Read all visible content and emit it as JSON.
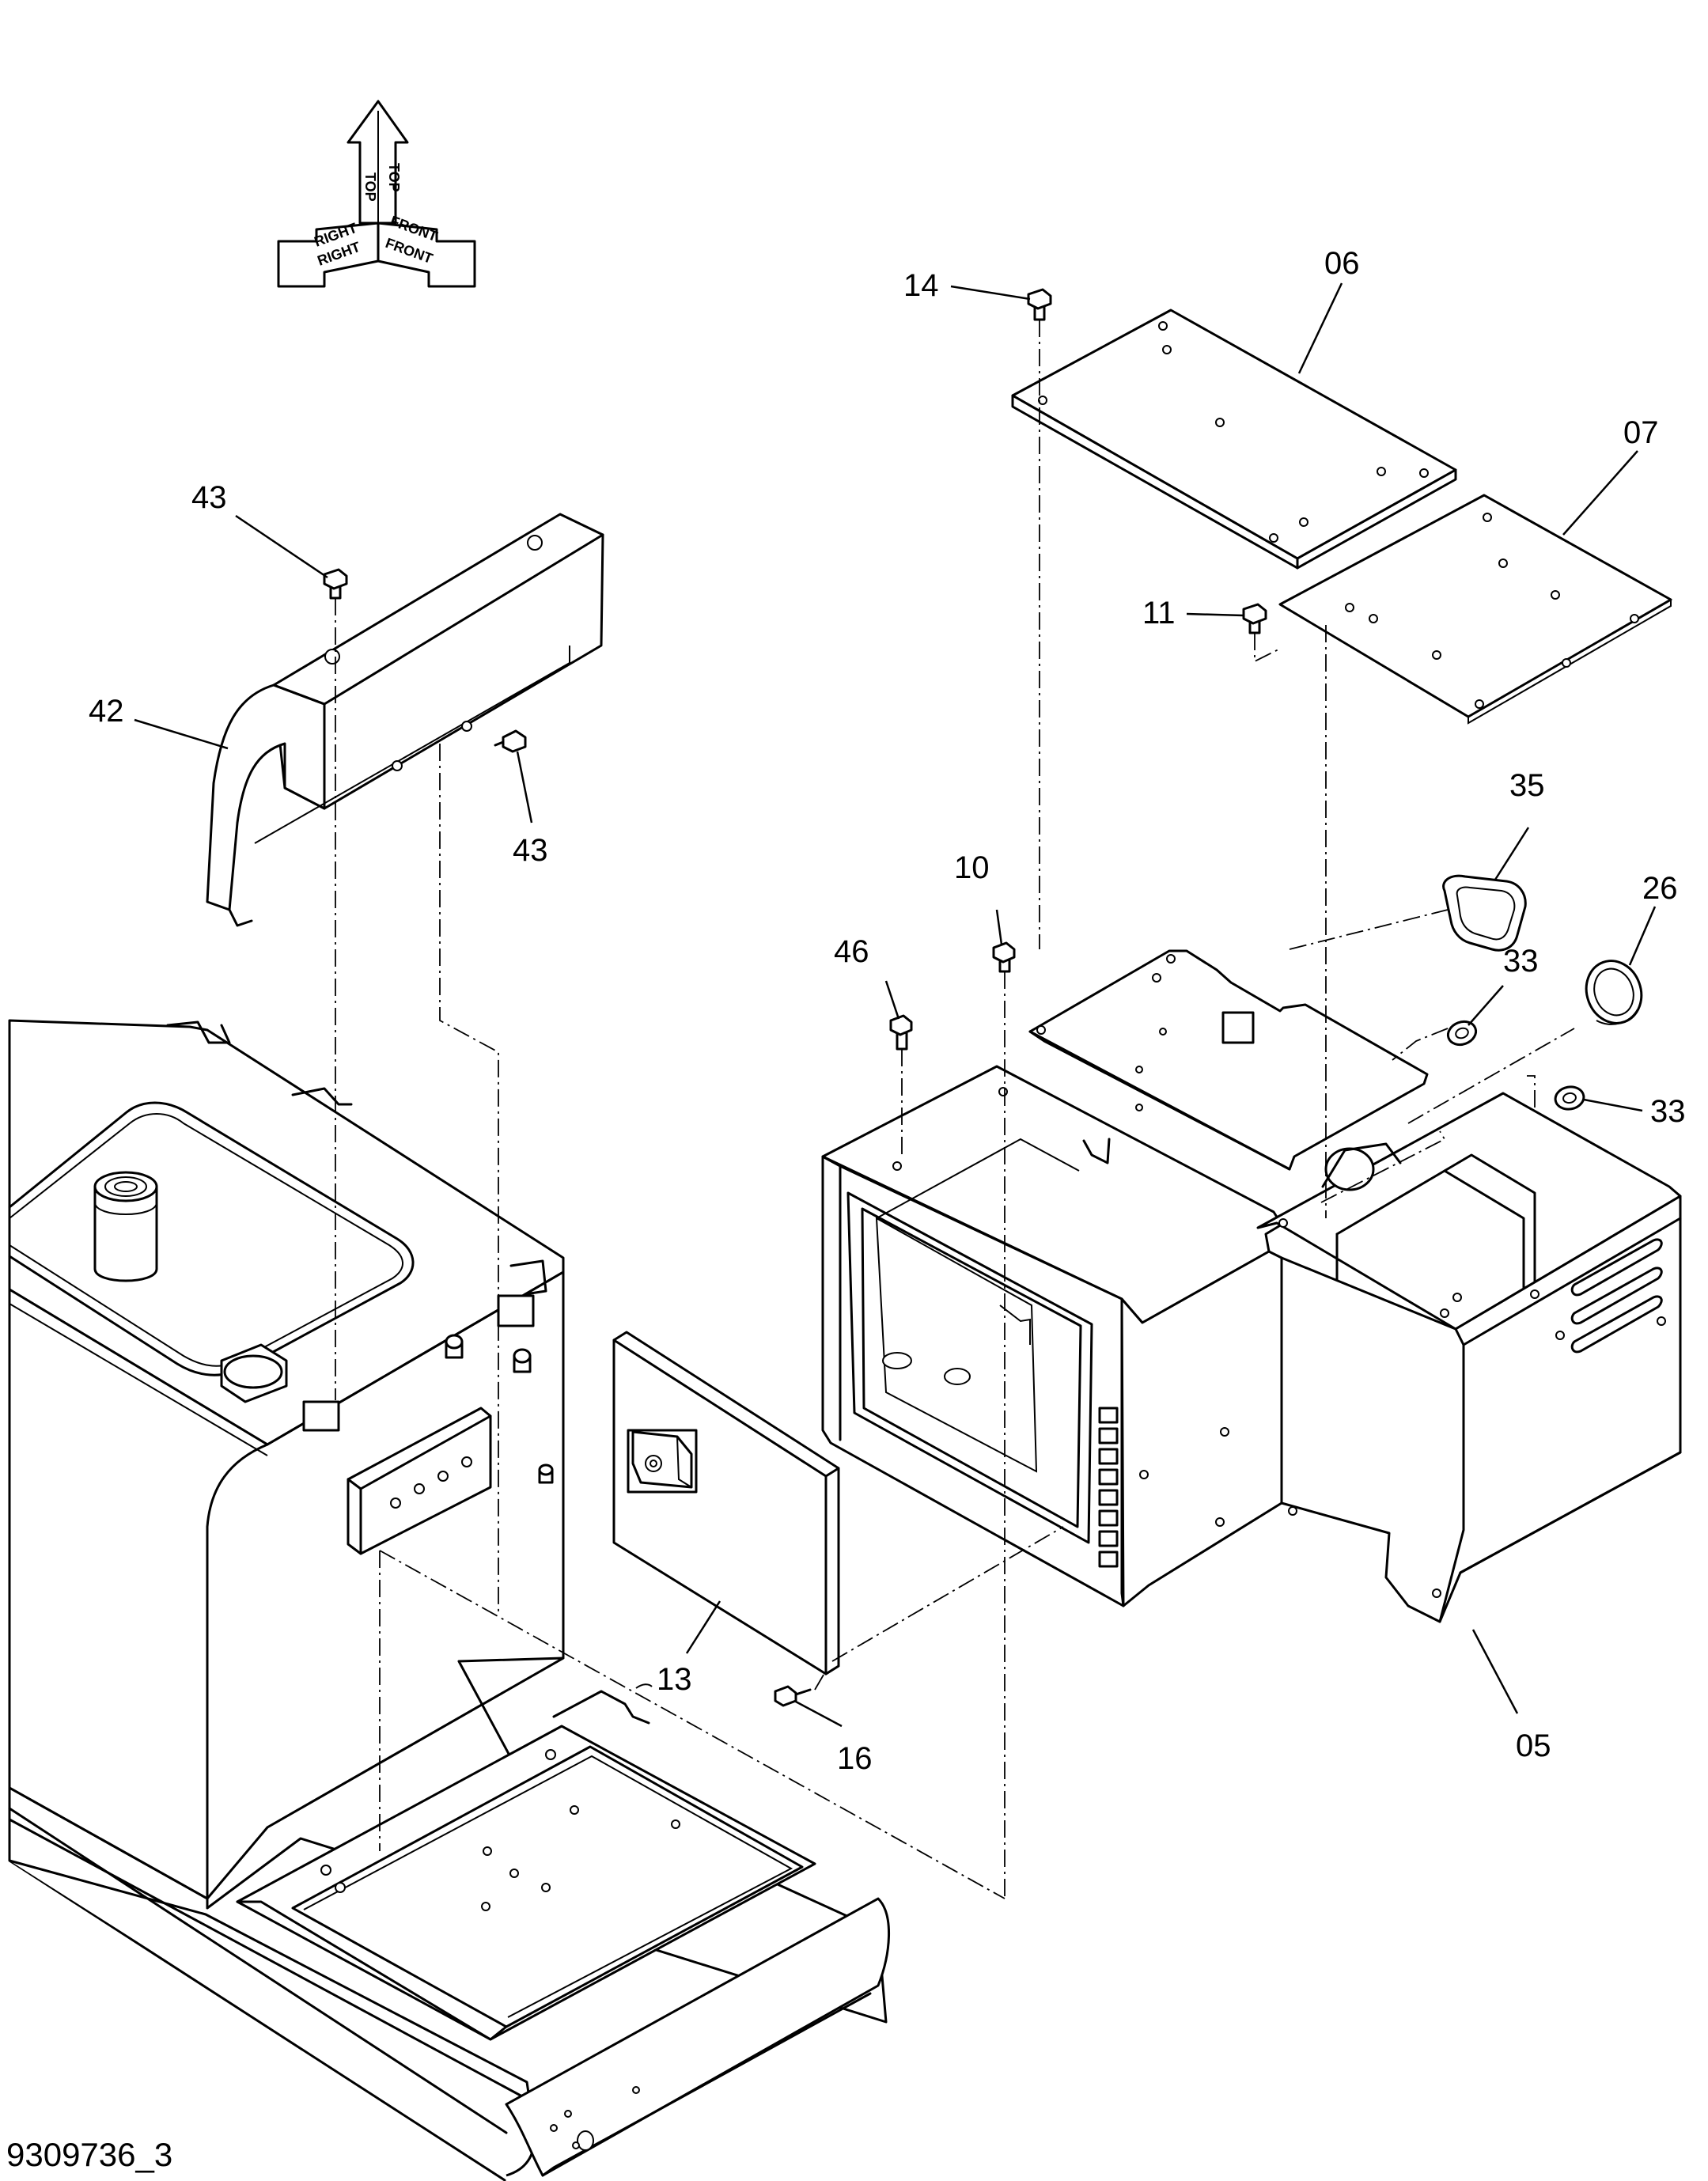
{
  "drawing_number": "9309736_3",
  "orientation": {
    "top": "TOP",
    "right": "RIGHT",
    "front": "FRONT"
  },
  "callouts": [
    {
      "id": "14",
      "label": "14"
    },
    {
      "id": "06",
      "label": "06"
    },
    {
      "id": "07",
      "label": "07"
    },
    {
      "id": "11",
      "label": "11"
    },
    {
      "id": "43a",
      "label": "43"
    },
    {
      "id": "42",
      "label": "42"
    },
    {
      "id": "43b",
      "label": "43"
    },
    {
      "id": "35",
      "label": "35"
    },
    {
      "id": "26",
      "label": "26"
    },
    {
      "id": "10",
      "label": "10"
    },
    {
      "id": "46",
      "label": "46"
    },
    {
      "id": "33a",
      "label": "33"
    },
    {
      "id": "33b",
      "label": "33"
    },
    {
      "id": "13",
      "label": "13"
    },
    {
      "id": "16",
      "label": "16"
    },
    {
      "id": "05",
      "label": "05"
    }
  ]
}
